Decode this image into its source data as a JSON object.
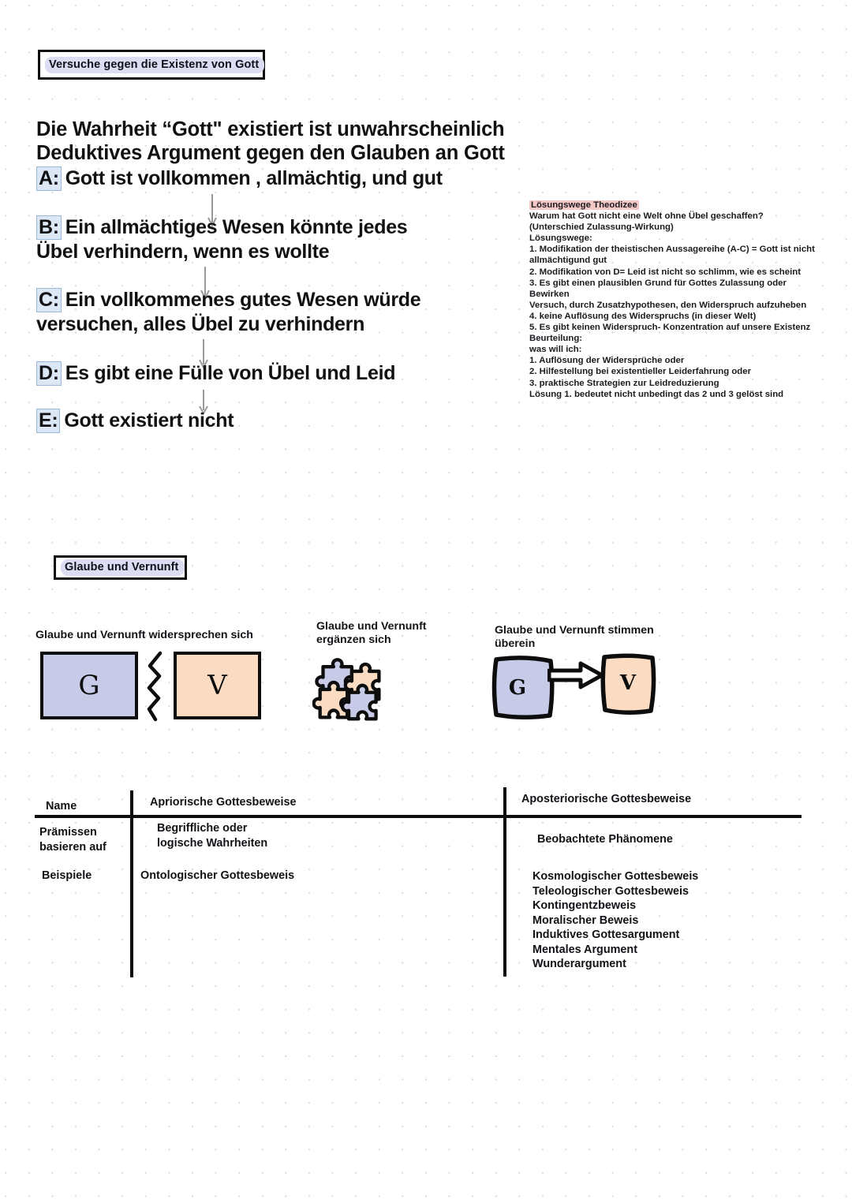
{
  "page": {
    "background": "#ffffff",
    "grid_dot_color": "#b9b9c6",
    "accent_blue": "#c7cbe8",
    "accent_orange": "#fbdcc2",
    "highlight_lavender": "#dcdcf2",
    "highlight_pink": "#f6c9c9",
    "label_box_blue": "#dbe7f5"
  },
  "section_titles": {
    "attempts": "Versuche gegen die Existenz von Gott",
    "faith_reason": "Glaube und Vernunft"
  },
  "headline": {
    "line1": "Die Wahrheit “Gott\" existiert ist unwahrscheinlich",
    "line2": "Deduktives Argument gegen den Glauben an Gott"
  },
  "argument": {
    "premises": [
      {
        "label": "A:",
        "text": "Gott ist vollkommen , allmächtig, und gut"
      },
      {
        "label": "B:",
        "text": "Ein allmächtiges Wesen könnte jedes\nÜbel verhindern, wenn es wollte"
      },
      {
        "label": "C:",
        "text": "Ein vollkommenes gutes Wesen würde\nversuchen, alles Übel zu verhindern"
      },
      {
        "label": "D:",
        "text": "Es gibt eine Fülle von Übel und Leid"
      },
      {
        "label": "E:",
        "text": "Gott existiert nicht"
      }
    ]
  },
  "theodicy_note": {
    "heading": "Lösungswege Theodizee",
    "lines": [
      "Warum hat Gott nicht eine Welt ohne Übel geschaffen?",
      "(Unterschied Zulassung-Wirkung)",
      "Lösungswege:",
      "1. Modifikation der theistischen Aussagereihe (A-C) = Gott ist nicht",
      "allmächtigund gut",
      "2. Modifikation von D= Leid ist nicht so schlimm, wie es scheint",
      "3. Es gibt einen plausiblen Grund für Gottes Zulassung oder",
      "Bewirken",
      "Versuch, durch Zusatzhypothesen, den Widerspruch aufzuheben",
      "4. keine Auflösung des Widerspruchs (in dieser Welt)",
      "5. Es gibt keinen Widerspruch- Konzentration auf unsere Existenz",
      "Beurteilung:",
      "was will ich:",
      "1. Auflösung der Widersprüche oder",
      "2. Hilfestellung bei existentieller Leiderfahrung oder",
      "3. praktische Strategien zur Leidreduzierung",
      "Lösung 1. bedeutet nicht unbedingt das 2 und 3 gelöst sind"
    ]
  },
  "faith_reason_diagrams": [
    {
      "caption": "Glaube und Vernunft widersprechen sich",
      "left_glyph": "G",
      "right_glyph": "V",
      "connector": "lightning-zigzag"
    },
    {
      "caption": "Glaube und Vernunft\nergänzen sich",
      "connector": "puzzle-pieces"
    },
    {
      "caption": "Glaube und Vernunft stimmen\nüberein",
      "left_glyph": "G",
      "right_glyph": "V",
      "connector": "right-arrow"
    }
  ],
  "proofs_table": {
    "row_labels": [
      "Name",
      "Prämissen\nbasieren auf",
      "Beispiele"
    ],
    "col_apriori": {
      "name": "Apriorische Gottesbeweise",
      "premises": "Begriffliche oder\nlogische Wahrheiten",
      "examples": "Ontologischer Gottesbeweis"
    },
    "col_aposteriori": {
      "name": "Aposteriorische Gottesbeweise",
      "premises": "Beobachtete Phänomene",
      "examples": "Kosmologischer Gottesbeweis\nTeleologischer Gottesbeweis\nKontingentzbeweis\nMoralischer Beweis\nInduktives Gottesargument\nMentales Argument\nWunderargument"
    }
  }
}
